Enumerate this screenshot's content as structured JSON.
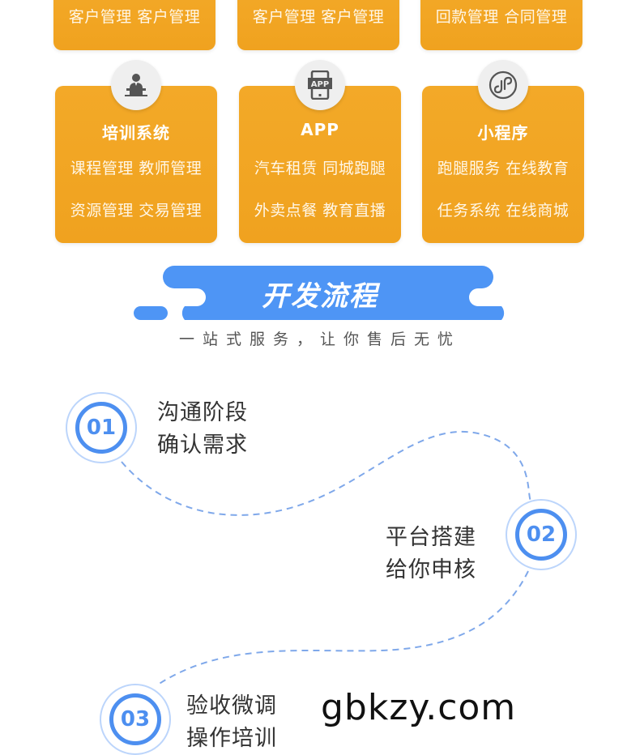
{
  "top_row_cards": [
    {
      "line": "客户管理 客户管理"
    },
    {
      "line": "客户管理 客户管理"
    },
    {
      "line": "回款管理 合同管理"
    }
  ],
  "product_cards": [
    {
      "icon": "lecturer-podium-icon",
      "title": "培训系统",
      "row1": "课程管理 教师管理",
      "row2": "资源管理 交易管理"
    },
    {
      "icon": "app-phone-icon",
      "title": "APP",
      "icon_label": "APP",
      "row1": "汽车租赁 同城跑腿",
      "row2": "外卖点餐 教育直播"
    },
    {
      "icon": "mini-program-icon",
      "title": "小程序",
      "row1": "跑腿服务 在线教育",
      "row2": "任务系统 在线商城"
    }
  ],
  "section": {
    "title": "开发流程",
    "subtitle": "一站式服务，让你售后无忧"
  },
  "steps": [
    {
      "number": "01",
      "line1": "沟通阶段",
      "line2": "确认需求"
    },
    {
      "number": "02",
      "line1": "平台搭建",
      "line2": "给你申核"
    },
    {
      "number": "03",
      "line1": "验收微调",
      "line2": "操作培训"
    }
  ],
  "watermark": "gbkzy.com",
  "colors": {
    "card_orange": "#f0a21f",
    "accent_blue": "#4d8ff0",
    "banner_blue": "#4e95f5",
    "step_ring_light": "#bcd5fb",
    "dashed_line": "#7fa8ea",
    "icon_circle": "#efefef",
    "icon_gray": "#555555"
  }
}
